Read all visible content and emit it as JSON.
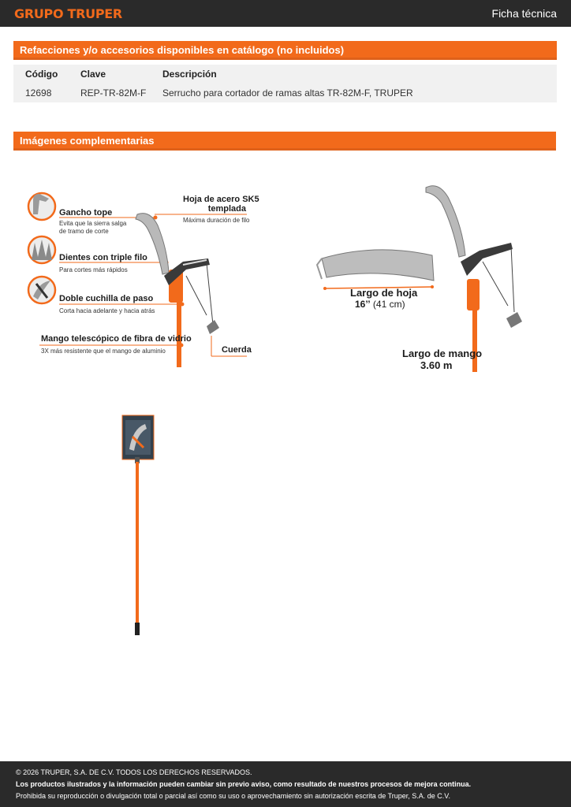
{
  "header": {
    "brand": "GRUPO TRUPER",
    "doc_type": "Ficha técnica"
  },
  "accessories": {
    "title": "Refacciones y/o accesorios disponibles en catálogo (no incluidos)",
    "columns": [
      "Código",
      "Clave",
      "Descripción"
    ],
    "rows": [
      {
        "codigo": "12698",
        "clave": "REP-TR-82M-F",
        "descripcion": "Serrucho para cortador de ramas altas TR-82M-F, TRUPER"
      }
    ]
  },
  "images": {
    "title": "Imágenes complementarias",
    "features": [
      {
        "title": "Gancho tope",
        "desc_lines": [
          "Evita que la sierra salga",
          "de tramo de corte"
        ]
      },
      {
        "title": "Dientes con triple filo",
        "desc_lines": [
          "Para cortes más rápidos"
        ]
      },
      {
        "title": "Doble cuchilla de paso",
        "desc_lines": [
          "Corta hacia adelante y hacia atrás"
        ]
      },
      {
        "title": "Mango telescópico de fibra de vidrio",
        "desc_lines": [
          "3X más resistente que el mango de aluminio"
        ]
      }
    ],
    "blade_material": {
      "title_lines": [
        "Hoja de acero SK5",
        "templada"
      ],
      "desc": "Máxima duración de filo"
    },
    "rope": {
      "title": "Cuerda"
    },
    "blade_length": {
      "label": "Largo de hoja",
      "value_main": "16’’",
      "value_alt": "(41 cm)"
    },
    "handle_length": {
      "label": "Largo de mango",
      "value": "3.60 m"
    }
  },
  "footer": {
    "copyright": "© 2026 TRUPER, S.A. DE C.V. TODOS LOS DERECHOS RESERVADOS.",
    "notice": "Los productos ilustrados y la información pueden cambiar sin previo aviso, como resultado de nuestros procesos de mejora continua.",
    "legal": "Prohibida su reproducción o divulgación total o parcial así como su uso o aprovechamiento sin autorización escrita de Truper, S.A. de C.V."
  },
  "colors": {
    "accent": "#f26a1b",
    "dark": "#2a2a2a",
    "table_bg": "#f1f1f1"
  }
}
